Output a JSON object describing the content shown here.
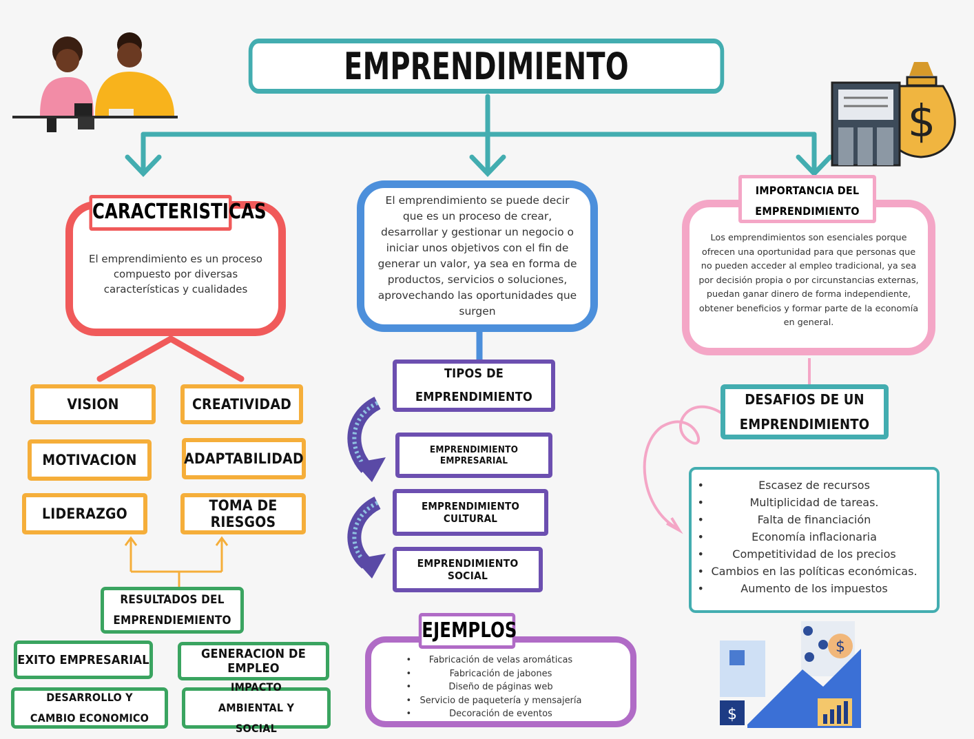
{
  "title": "EMPRENDIMIENTO",
  "definition": "El emprendimiento se puede decir que es un proceso de crear, desarrollar y gestionar un negocio o iniciar unos objetivos con el fin de generar un valor, ya sea en forma de productos, servicios o soluciones, aprovechando las oportunidades que surgen",
  "caracteristicas": {
    "heading": "CARACTERISTICAS",
    "text": "El emprendimiento es un proceso compuesto por diversas características y cualidades",
    "items": [
      "VISION",
      "CREATIVIDAD",
      "MOTIVACION",
      "ADAPTABILIDAD",
      "LIDERAZGO",
      "TOMA DE RIESGOS"
    ]
  },
  "resultados": {
    "heading_line1": "RESULTADOS DEL",
    "heading_line2": "EMPRENDIEMIENTO",
    "items": [
      "EXITO EMPRESARIAL",
      "GENERACION DE EMPLEO",
      "DESARROLLO Y CAMBIO ECONOMICO",
      "IMPACTO AMBIENTAL Y SOCIAL"
    ]
  },
  "tipos": {
    "heading_line1": "TIPOS DE",
    "heading_line2": "EMPRENDIMIENTO",
    "items": [
      "EMPRENDIMIENTO EMPRESARIAL",
      "EMPRENDIMIENTO CULTURAL",
      "EMPRENDIMIENTO SOCIAL"
    ]
  },
  "ejemplos": {
    "heading": "EJEMPLOS",
    "items": [
      "Fabricación de velas aromáticas",
      "Fabricación de jabones",
      "Diseño de páginas web",
      "Servicio de paquetería y mensajería",
      "Decoración de eventos"
    ]
  },
  "importancia": {
    "heading_line1": "IMPORTANCIA DEL",
    "heading_line2": "EMPRENDIMIENTO",
    "text": "Los emprendimientos son esenciales porque ofrecen una oportunidad para que personas que no pueden acceder al empleo tradicional, ya sea por decisión propia o por circunstancias externas, puedan ganar dinero de forma independiente, obtener beneficios y formar parte de la economía en general."
  },
  "desafios": {
    "heading_line1": "DESAFIOS DE UN",
    "heading_line2": "EMPRENDIMIENTO",
    "items": [
      "Escasez de recursos",
      "Multiplicidad de tareas.",
      "Falta de financiación",
      "Economía inflacionaria",
      "Competitividad de los precios",
      "Cambios en las políticas económicas.",
      "Aumento de los impuestos"
    ]
  },
  "colors": {
    "teal": "#43adb0",
    "red": "#f05a5a",
    "blue": "#4c8fdb",
    "pink": "#f4a6c6",
    "orange": "#f5ae3a",
    "green": "#3aa460",
    "purple": "#6c4fb0",
    "violet": "#b06bc6"
  }
}
